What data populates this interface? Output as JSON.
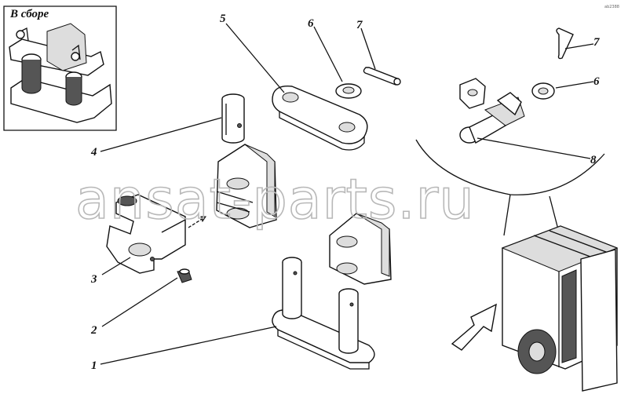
{
  "inset": {
    "title": "В сборе"
  },
  "labels": [
    {
      "id": "1",
      "text": "1"
    },
    {
      "id": "2",
      "text": "2"
    },
    {
      "id": "3",
      "text": "3"
    },
    {
      "id": "4",
      "text": "4"
    },
    {
      "id": "5",
      "text": "5"
    },
    {
      "id": "6a",
      "text": "6"
    },
    {
      "id": "7a",
      "text": "7"
    },
    {
      "id": "6b",
      "text": "6"
    },
    {
      "id": "7b",
      "text": "7"
    },
    {
      "id": "8",
      "text": "8"
    }
  ],
  "watermark": "ansat-parts.ru",
  "corner_code": "ab2388"
}
